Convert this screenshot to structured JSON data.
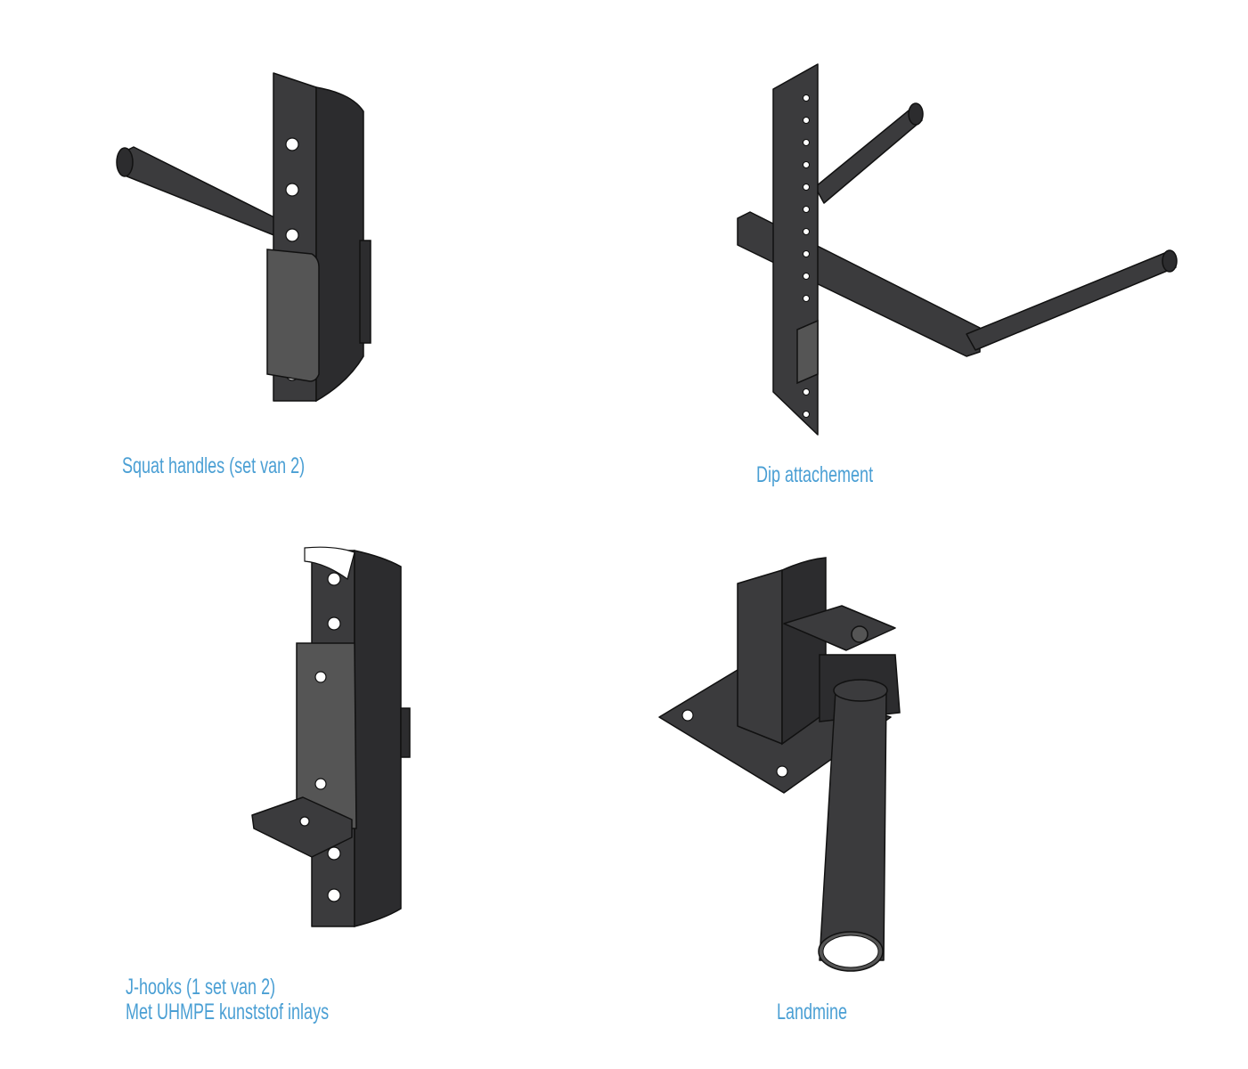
{
  "items": [
    {
      "title": "Squat handles (set van 2)"
    },
    {
      "title": "Dip attachement"
    },
    {
      "title": "J-hooks (1 set van 2)",
      "subtitle": "Met UHMPE kunststof inlays"
    },
    {
      "title": "Landmine"
    }
  ],
  "colors": {
    "label": "#4a9fd4",
    "metal": "#3b3b3d"
  }
}
